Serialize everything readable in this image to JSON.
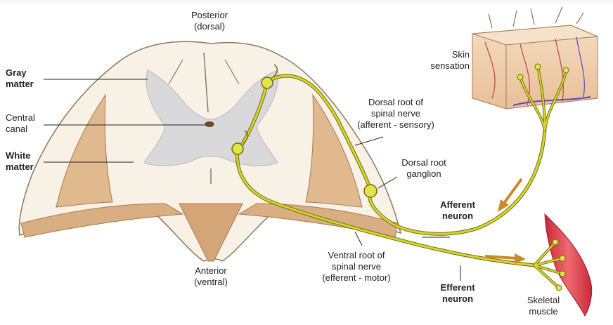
{
  "labels": {
    "posterior": [
      "Posterior",
      "(dorsal)"
    ],
    "gray_matter": [
      "Gray",
      "matter"
    ],
    "central_canal": [
      "Central",
      "canal"
    ],
    "white_matter": [
      "White",
      "matter"
    ],
    "skin": [
      "Skin",
      "sensation"
    ],
    "dorsal_root_nerve": [
      "Dorsal root of",
      "spinal nerve",
      "(afferent - sensory)"
    ],
    "dorsal_root_ganglion": [
      "Dorsal root",
      "ganglion"
    ],
    "afferent_neuron": [
      "Afferent",
      "neuron"
    ],
    "anterior": [
      "Anterior",
      "(ventral)"
    ],
    "ventral_root_nerve": [
      "Ventral root of",
      "spinal nerve",
      "(efferent - motor)"
    ],
    "efferent_neuron": [
      "Efferent",
      "neuron"
    ],
    "skeletal_muscle": [
      "Skeletal",
      "muscle"
    ]
  },
  "colors": {
    "nerve": "#cfcf2a",
    "nerve_outline": "#6f6a10",
    "white_matter": "#f8f2e6",
    "gray_matter": "#d9d9dc",
    "tract": "#d9ae83",
    "arrow": "#c98a2a",
    "muscle": "#e0454f",
    "skin": "#f1d3b2"
  }
}
